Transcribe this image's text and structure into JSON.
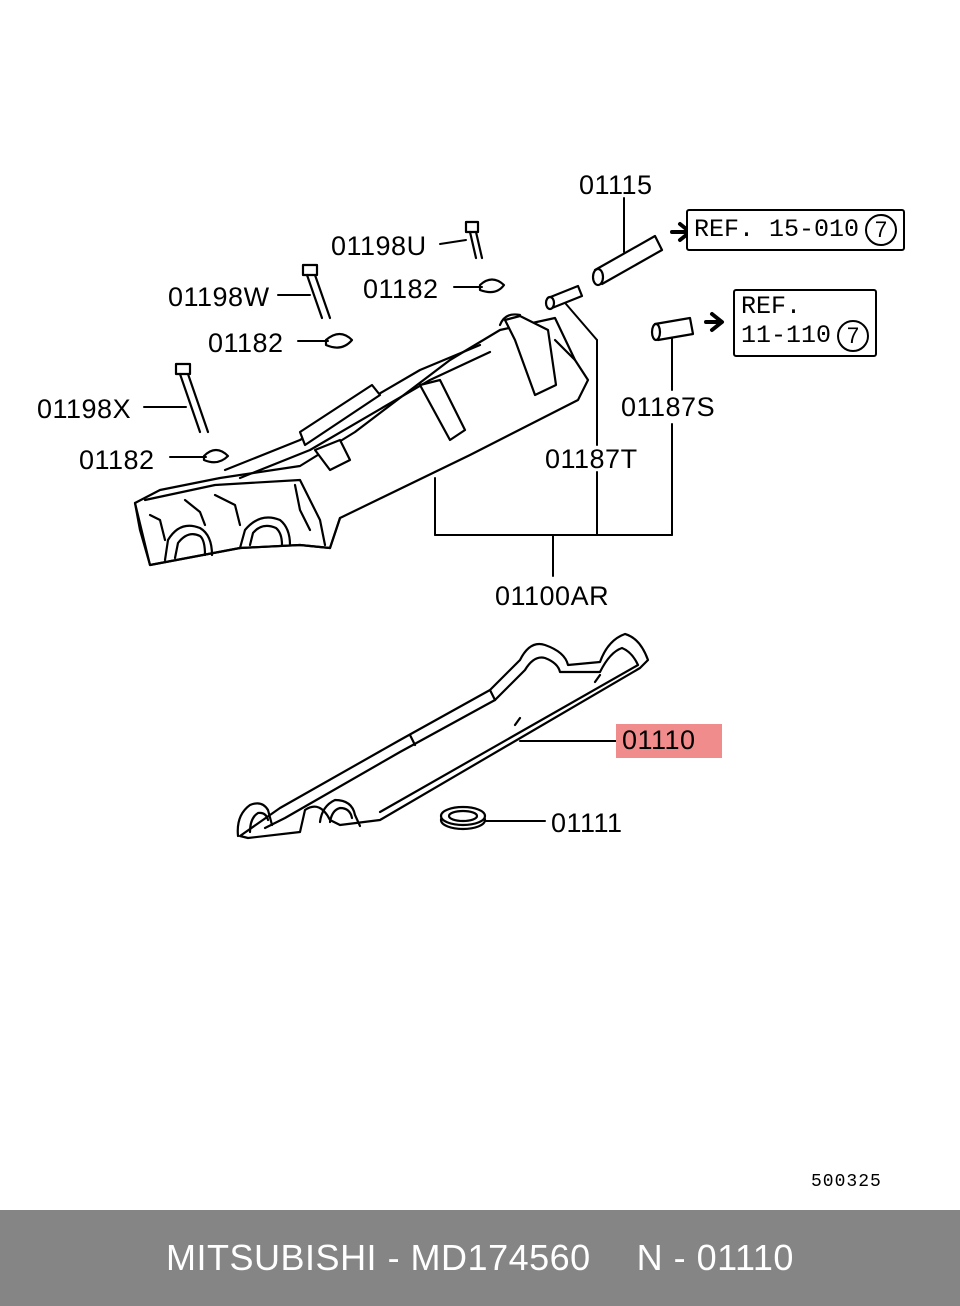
{
  "parts": {
    "p01115": "01115",
    "p01198U": "01198U",
    "p01182_a": "01182",
    "p01198W": "01198W",
    "p01182_b": "01182",
    "p01198X": "01198X",
    "p01182_c": "01182",
    "p01187T": "01187T",
    "p01187S": "01187S",
    "p01100AR": "01100AR",
    "p01110": "01110",
    "p01111": "01111"
  },
  "refs": {
    "ref1_text": "REF. 15-010",
    "ref1_circle": "7",
    "ref2_line1": "REF.",
    "ref2_line2": "11-110",
    "ref2_circle": "7"
  },
  "figure_id": "500325",
  "footer": {
    "brand_part": "MITSUBISHI - MD174560",
    "ref_part": "N - 01110"
  },
  "colors": {
    "highlight": "#f08c8c",
    "footer_bg": "#858585",
    "footer_text": "#ffffff"
  }
}
